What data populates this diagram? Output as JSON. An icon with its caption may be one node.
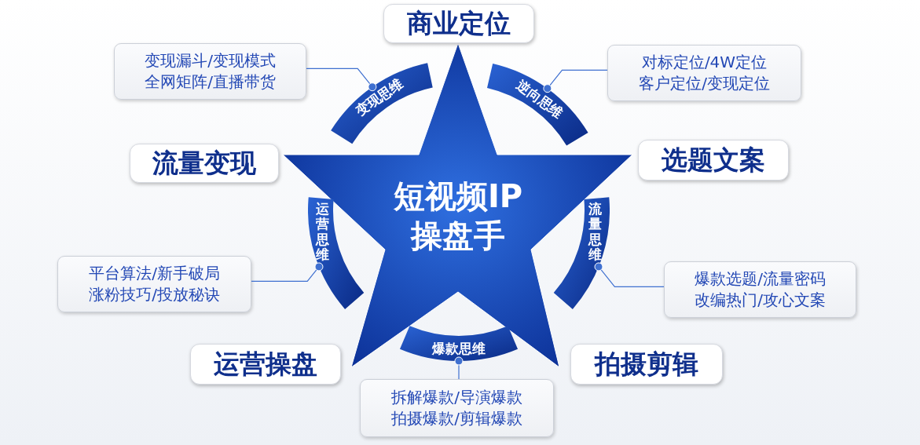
{
  "diagram": {
    "nodes": [
      {
        "text": [
          "短视频IP操盘手"
        ]
      },
      {
        "text": [
          "商业定位"
        ]
      },
      {
        "text": [
          "选题文案"
        ]
      },
      {
        "text": [
          "拍摄剪辑"
        ]
      },
      {
        "text": [
          "运营操盘"
        ]
      },
      {
        "text": [
          "流量变现"
        ]
      },
      {
        "text": [
          "变现思维"
        ]
      },
      {
        "text": [
          "逆向思维"
        ]
      },
      {
        "text": [
          "流量思维"
        ]
      },
      {
        "text": [
          "爆款思维"
        ]
      },
      {
        "text": [
          "运营思维"
        ]
      },
      {
        "text": [
          "变现漏斗/变现模式全网矩阵/直播带货"
        ]
      },
      {
        "text": [
          "对标定位/4W定位客户定位/变现定位"
        ]
      },
      {
        "text": [
          "爆款选题/流量密码改编热门/攻心文案"
        ]
      },
      {
        "text": [
          "拆解爆款/导演爆款拍摄爆款/剪辑爆款"
        ]
      },
      {
        "text": [
          "平台算法/新手破局涨粉技巧/投放秘诀"
        ]
      }
    ],
    "edges": [
      {
        "from": 11,
        "to": 6,
        "arrow": "other"
      },
      {
        "from": 12,
        "to": 7,
        "arrow": "other"
      },
      {
        "from": 13,
        "to": 8,
        "arrow": "other"
      },
      {
        "from": 14,
        "to": 9,
        "arrow": "other"
      },
      {
        "from": 15,
        "to": 10,
        "arrow": "other"
      }
    ]
  }
}
